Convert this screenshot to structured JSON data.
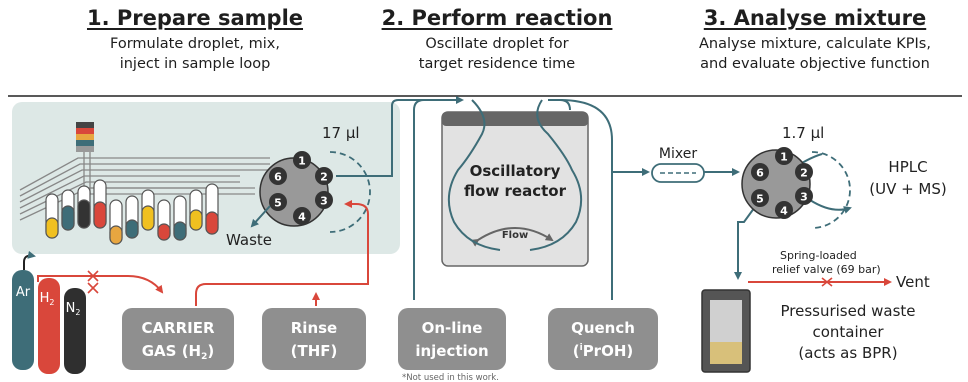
{
  "steps": [
    {
      "title": "1. Prepare sample",
      "desc1": "Formulate droplet, mix,",
      "desc2": "inject in sample loop"
    },
    {
      "title": "2. Perform reaction",
      "desc1": "Oscillate droplet for",
      "desc2": "target residence time"
    },
    {
      "title": "3. Analyse mixture",
      "desc1": "Analyse mixture, calculate KPIs,",
      "desc2": "and evaluate objective function"
    }
  ],
  "valve1": {
    "loop_volume": "17 μl",
    "ports": [
      "1",
      "2",
      "3",
      "4",
      "5",
      "6"
    ],
    "waste": "Waste"
  },
  "reactor": {
    "line1": "Oscillatory",
    "line2": "flow reactor",
    "flow": "Flow"
  },
  "mixer": "Mixer",
  "valve2": {
    "loop_volume": "1.7 μl",
    "ports": [
      "1",
      "2",
      "3",
      "4",
      "5",
      "6"
    ]
  },
  "hplc": {
    "line1": "HPLC",
    "line2": "(UV + MS)"
  },
  "relief_valve": {
    "line1": "Spring-loaded",
    "line2": "relief valve (69 bar)"
  },
  "vent": "Vent",
  "waste_container": {
    "line1": "Pressurised waste",
    "line2": "container",
    "line3": "(acts as BPR)"
  },
  "gas_cylinders": [
    {
      "label": "Ar",
      "color": "#3e6d78"
    },
    {
      "label": "H",
      "sub": "2",
      "color": "#d9473b"
    },
    {
      "label": "N",
      "sub": "2",
      "color": "#2f2f2f"
    }
  ],
  "inputs": [
    {
      "line1": "CARRIER",
      "line2": "GAS (H",
      "sub": "2",
      "line2_end": ")"
    },
    {
      "line1": "Rinse",
      "line2": "(THF)"
    },
    {
      "line1": "On-line",
      "line2": "injection"
    },
    {
      "line1": "Quench",
      "sup": "i",
      "line2": "PrOH)",
      "line2_pre": "("
    }
  ],
  "footnote": "*Not used in this work.",
  "colors": {
    "blue_line": "#3e6d78",
    "red_line": "#d9473b",
    "panel": "#dde8e6",
    "box": "#8f8f8f"
  }
}
